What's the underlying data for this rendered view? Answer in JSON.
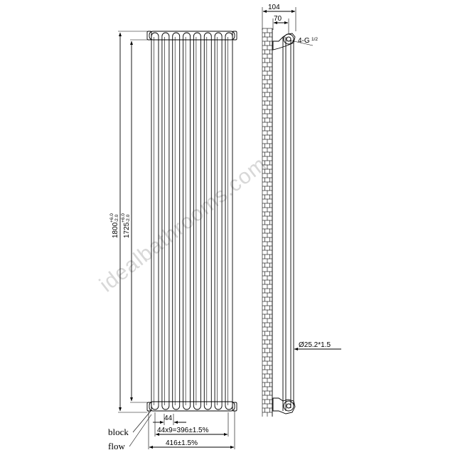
{
  "watermark": "idealbathrooms.com",
  "front_view": {
    "column_count": 8,
    "height_overall": {
      "main": "1800",
      "tol_upper": "+6.0",
      "tol_lower": "-2.0"
    },
    "height_centres": {
      "main": "1725",
      "tol_upper": "+6.0",
      "tol_lower": "-2.0"
    },
    "column_pitch": "44",
    "pitch_total": "44x9=396±1.5%",
    "width_overall": "416±1.5%",
    "labels": {
      "block": "block",
      "flow": "flow"
    }
  },
  "side_view": {
    "depth_overall": "104",
    "depth_centre": "70",
    "connection": "4-G",
    "connection_fraction": "1/2",
    "tube_diameter": "Ø25.2*1.5"
  }
}
